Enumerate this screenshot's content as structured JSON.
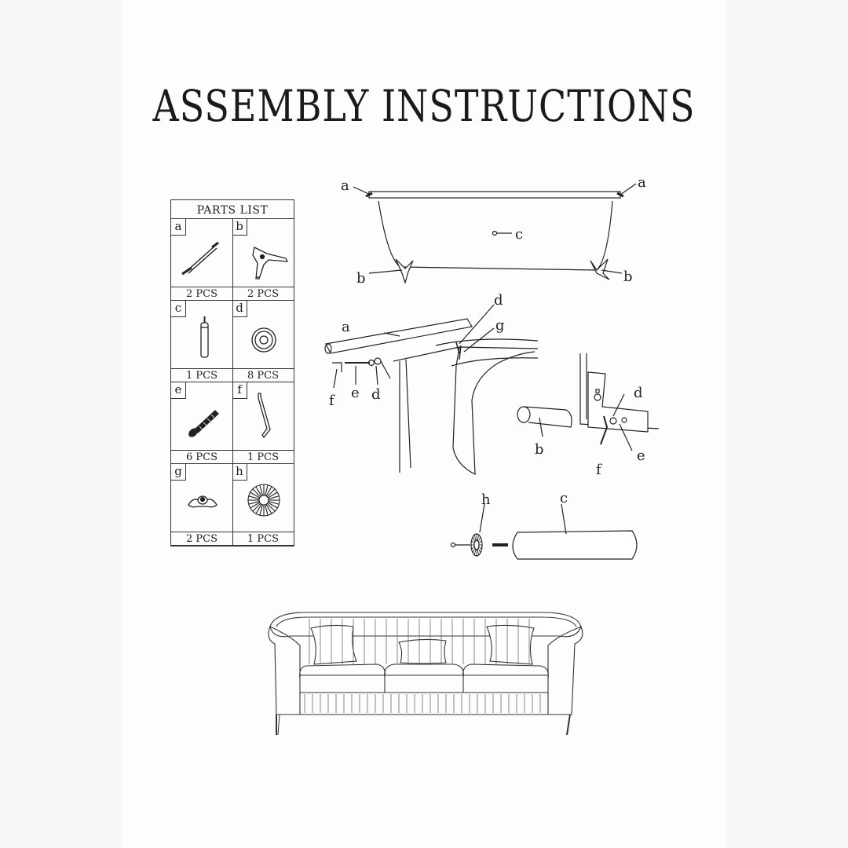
{
  "title": "ASSEMBLY INSTRUCTIONS",
  "parts_list": {
    "header": "PARTS LIST",
    "items": [
      {
        "letter": "a",
        "qty": "2 PCS",
        "icon": "rail-icon"
      },
      {
        "letter": "b",
        "qty": "2 PCS",
        "icon": "leg-icon"
      },
      {
        "letter": "c",
        "qty": "1 PCS",
        "icon": "bolster-icon"
      },
      {
        "letter": "d",
        "qty": "8 PCS",
        "icon": "washer-icon"
      },
      {
        "letter": "e",
        "qty": "6 PCS",
        "icon": "bolt-icon"
      },
      {
        "letter": "f",
        "qty": "1 PCS",
        "icon": "allen-key-icon"
      },
      {
        "letter": "g",
        "qty": "2 PCS",
        "icon": "wing-nut-icon"
      },
      {
        "letter": "h",
        "qty": "1 PCS",
        "icon": "rosette-icon"
      }
    ]
  },
  "diagram_labels": {
    "a": "a",
    "b": "b",
    "c": "c",
    "d": "d",
    "e": "e",
    "f": "f",
    "g": "g",
    "h": "h"
  },
  "colors": {
    "ink": "#222222",
    "paper": "#fdfdfd",
    "background": "#f6f6f6"
  }
}
